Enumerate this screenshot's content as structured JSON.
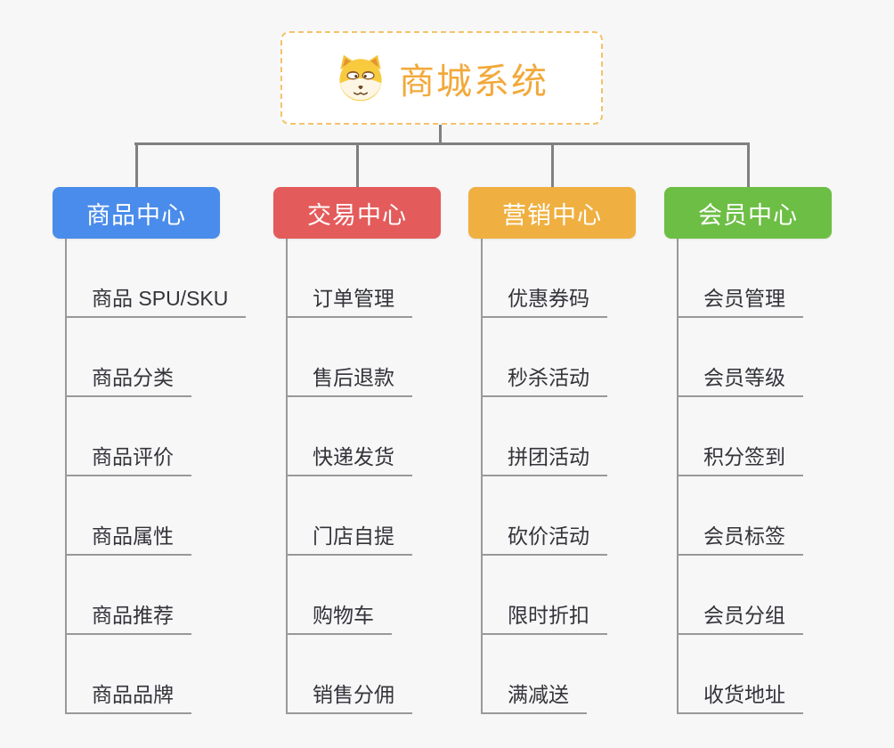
{
  "root": {
    "title": "商城系统",
    "icon": "doge-icon",
    "title_color": "#f2a93b",
    "border_color": "#f5c26b",
    "background": "#ffffff"
  },
  "colors": {
    "page_background": "#f7f7f7",
    "connector": "#808080",
    "leaf_line": "#999999",
    "leaf_text": "#33333a",
    "branch_text": "#ffffff"
  },
  "branches": [
    {
      "label": "商品中心",
      "color": "#4a8ceb",
      "children": [
        "商品 SPU/SKU",
        "商品分类",
        "商品评价",
        "商品属性",
        "商品推荐",
        "商品品牌"
      ]
    },
    {
      "label": "交易中心",
      "color": "#e45b5b",
      "children": [
        "订单管理",
        "售后退款",
        "快递发货",
        "门店自提",
        "购物车",
        "销售分佣"
      ]
    },
    {
      "label": "营销中心",
      "color": "#efb041",
      "children": [
        "优惠券码",
        "秒杀活动",
        "拼团活动",
        "砍价活动",
        "限时折扣",
        "满减送"
      ]
    },
    {
      "label": "会员中心",
      "color": "#6dbe45",
      "children": [
        "会员管理",
        "会员等级",
        "积分签到",
        "会员标签",
        "会员分组",
        "收货地址"
      ]
    }
  ]
}
